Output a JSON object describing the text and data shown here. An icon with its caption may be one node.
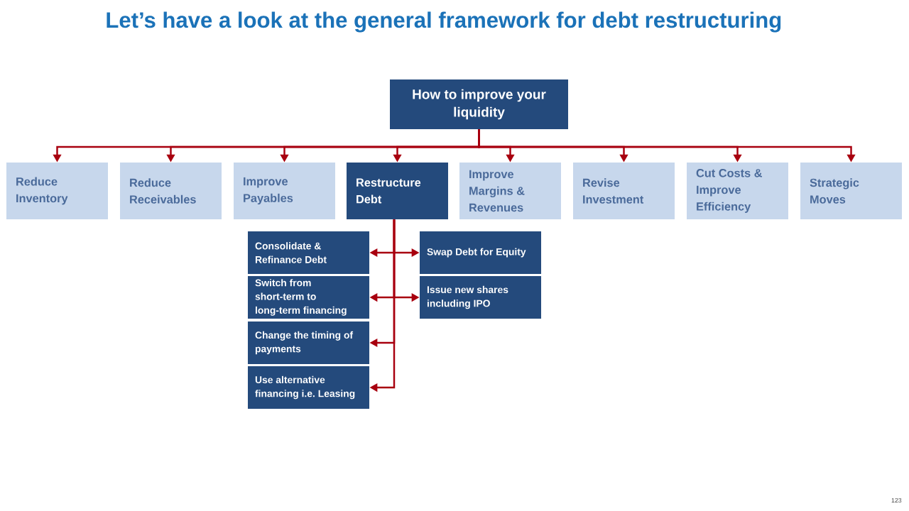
{
  "diagram": {
    "title": "Let’s have a look at the general framework for debt restructuring",
    "nodes": [
      {
        "text": [
          "How to improve your liquidity"
        ]
      },
      {
        "text": [
          "Reduce Inventory"
        ]
      },
      {
        "text": [
          "Reduce Receivables"
        ]
      },
      {
        "text": [
          "Improve Payables"
        ]
      },
      {
        "text": [
          "Restructure Debt"
        ]
      },
      {
        "text": [
          "Improve Margins & Revenues"
        ]
      },
      {
        "text": [
          "Revise Investment"
        ]
      },
      {
        "text": [
          "Cut Costs & Improve Efficiency"
        ]
      },
      {
        "text": [
          "Strategic Moves"
        ]
      },
      {
        "text": [
          "Consolidate & Refinance Debt"
        ]
      },
      {
        "text": [
          "Switch from short-term to long-term financing"
        ]
      },
      {
        "text": [
          "Change the timing of payments"
        ]
      },
      {
        "text": [
          "Use alternative financing i.e. Leasing"
        ]
      },
      {
        "text": [
          "Swap Debt for Equity"
        ]
      },
      {
        "text": [
          "Issue new shares including IPO"
        ]
      }
    ],
    "edges": [
      {
        "from": 0,
        "to": 1,
        "arrow": "to"
      },
      {
        "from": 0,
        "to": 2,
        "arrow": "to"
      },
      {
        "from": 0,
        "to": 3,
        "arrow": "to"
      },
      {
        "from": 0,
        "to": 4,
        "arrow": "to"
      },
      {
        "from": 0,
        "to": 5,
        "arrow": "to"
      },
      {
        "from": 0,
        "to": 6,
        "arrow": "to"
      },
      {
        "from": 0,
        "to": 7,
        "arrow": "to"
      },
      {
        "from": 0,
        "to": 8,
        "arrow": "to"
      },
      {
        "from": 4,
        "to": 9,
        "arrow": "to"
      },
      {
        "from": 4,
        "to": 10,
        "arrow": "to"
      },
      {
        "from": 4,
        "to": 11,
        "arrow": "to"
      },
      {
        "from": 4,
        "to": 12,
        "arrow": "to"
      },
      {
        "from": 4,
        "to": 13,
        "arrow": "to"
      },
      {
        "from": 4,
        "to": 14,
        "arrow": "to"
      }
    ],
    "labels": [
      "123"
    ]
  }
}
